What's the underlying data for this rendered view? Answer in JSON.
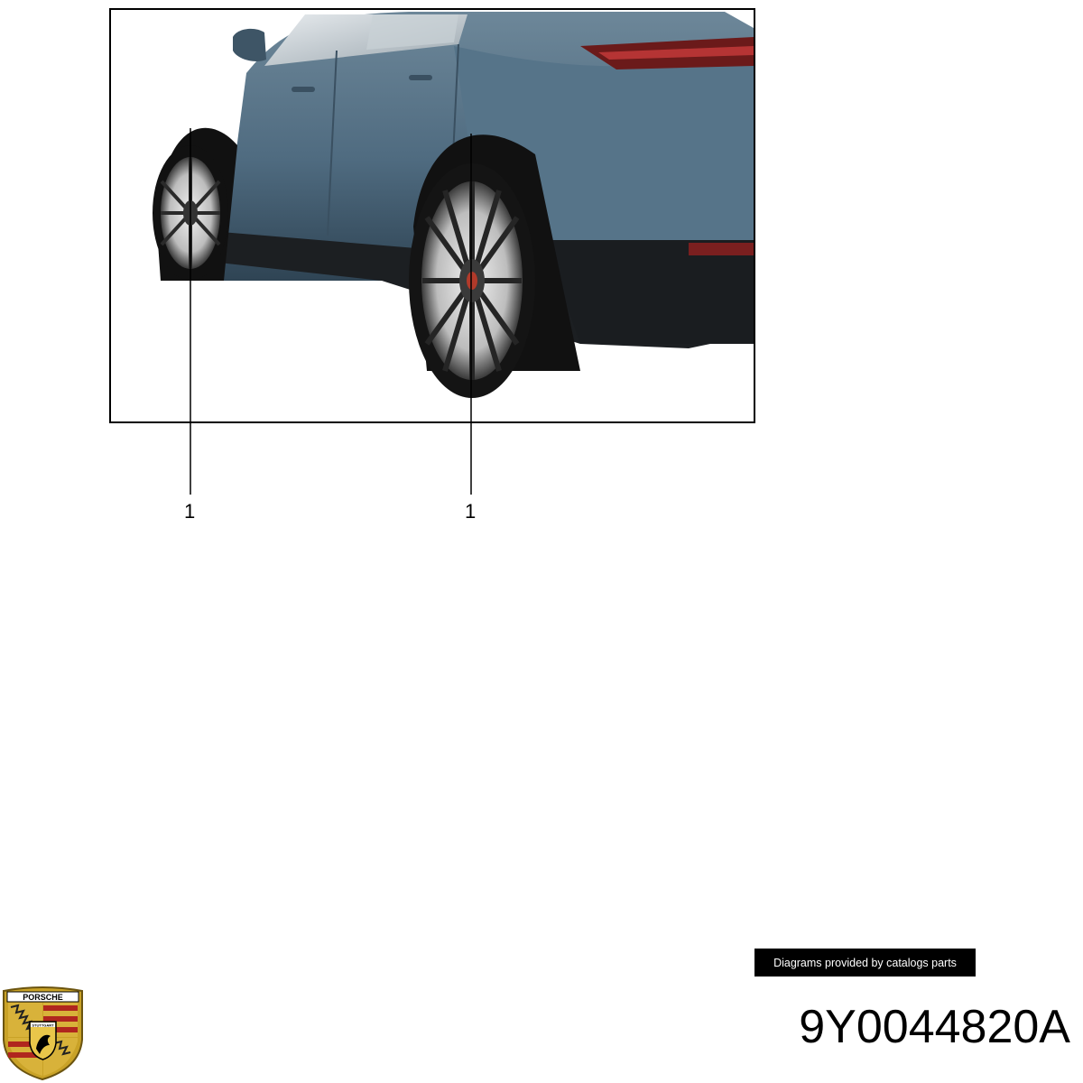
{
  "diagram": {
    "image_subject": "car-rear-quarter",
    "callouts": [
      {
        "label": "1"
      },
      {
        "label": "1"
      }
    ]
  },
  "footer": {
    "credit_text": "Diagrams provided by catalogs parts",
    "part_number": "9Y0044820A"
  },
  "logo": {
    "wordmark": "PORSCHE",
    "city": "STUTTGART"
  },
  "colors": {
    "car_body": "#4f6b80",
    "frame_border": "#000000",
    "credit_bg": "#000000",
    "credit_text": "#ffffff"
  }
}
